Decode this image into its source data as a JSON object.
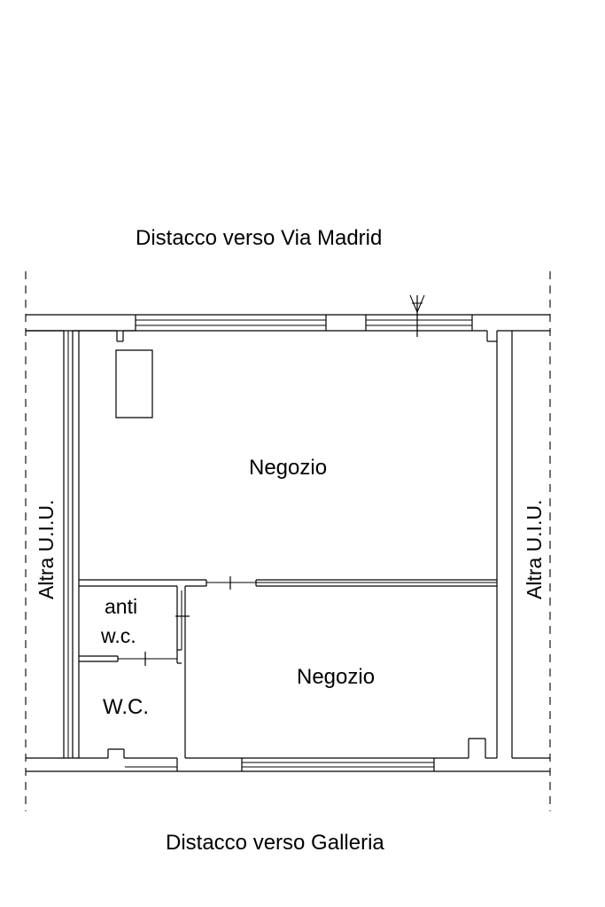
{
  "labels": {
    "top": "Distacco verso Via Madrid",
    "bottom": "Distacco verso Galleria",
    "left_side": "Altra U.I.U.",
    "right_side": "Altra U.I.U.",
    "room_upper": "Negozio",
    "room_lower": "Negozio",
    "anti": "anti",
    "anti_wc": "w.c.",
    "wc": "W.C."
  },
  "colors": {
    "lines": "#000000",
    "background": "#ffffff"
  }
}
